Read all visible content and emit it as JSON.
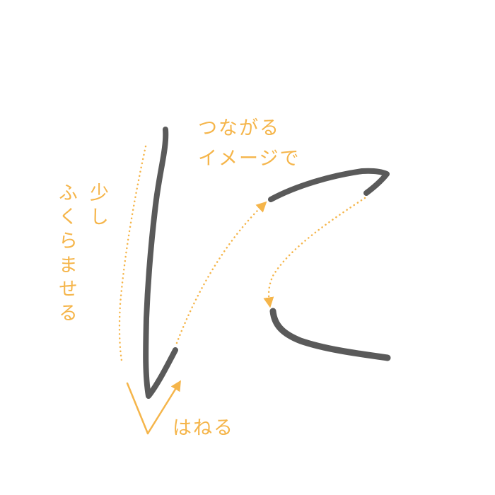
{
  "colors": {
    "stroke": "#5a5a5a",
    "annotation": "#f5b54a",
    "background": "#ffffff"
  },
  "character": "に",
  "annotations": {
    "connect_line1": "つながる",
    "connect_line2": "イメージで",
    "swell_col1": "少し",
    "swell_col2": "ふくらませる",
    "flick": "はねる"
  }
}
